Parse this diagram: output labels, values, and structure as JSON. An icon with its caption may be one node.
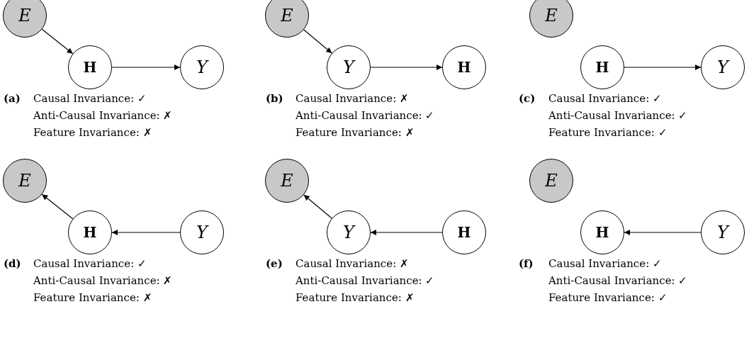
{
  "diagram": {
    "nodes": [
      {
        "text": [
          "E"
        ]
      },
      {
        "text": [
          "H"
        ]
      },
      {
        "text": [
          "Y"
        ]
      },
      {
        "text": [
          "E"
        ]
      },
      {
        "text": [
          "Y"
        ]
      },
      {
        "text": [
          "H"
        ]
      },
      {
        "text": [
          "E"
        ]
      },
      {
        "text": [
          "H"
        ]
      },
      {
        "text": [
          "Y"
        ]
      },
      {
        "text": [
          "E"
        ]
      },
      {
        "text": [
          "H"
        ]
      },
      {
        "text": [
          "Y"
        ]
      },
      {
        "text": [
          "E"
        ]
      },
      {
        "text": [
          "Y"
        ]
      },
      {
        "text": [
          "H"
        ]
      },
      {
        "text": [
          "E"
        ]
      },
      {
        "text": [
          "H"
        ]
      },
      {
        "text": [
          "Y"
        ]
      }
    ],
    "edges": [
      {
        "from": 0,
        "to": 1,
        "arrow": "to"
      },
      {
        "from": 1,
        "to": 2,
        "arrow": "to"
      },
      {
        "from": 3,
        "to": 4,
        "arrow": "to"
      },
      {
        "from": 4,
        "to": 5,
        "arrow": "to"
      },
      {
        "from": 7,
        "to": 8,
        "arrow": "to"
      },
      {
        "from": 10,
        "to": 9,
        "arrow": "to"
      },
      {
        "from": 11,
        "to": 10,
        "arrow": "to"
      },
      {
        "from": 13,
        "to": 12,
        "arrow": "to"
      },
      {
        "from": 14,
        "to": 13,
        "arrow": "to"
      },
      {
        "from": 17,
        "to": 16,
        "arrow": "to"
      }
    ],
    "labels": [
      "(a)",
      "Causal Invariance: ✓",
      "Anti-Causal Invariance: ✗",
      "Feature Invariance: ✗",
      "(b)",
      "Causal Invariance: ✗",
      "Anti-Causal Invariance: ✓",
      "Feature Invariance: ✗",
      "(c)",
      "Causal Invariance: ✓",
      "Anti-Causal Invariance: ✓",
      "Feature Invariance: ✓",
      "(d)",
      "Causal Invariance: ✓",
      "Anti-Causal Invariance: ✗",
      "Feature Invariance: ✗",
      "(e)",
      "Causal Invariance: ✗",
      "Anti-Causal Invariance: ✓",
      "Feature Invariance: ✗",
      "(f)",
      "Causal Invariance: ✓",
      "Anti-Causal Invariance: ✓",
      "Feature Invariance: ✓"
    ]
  }
}
